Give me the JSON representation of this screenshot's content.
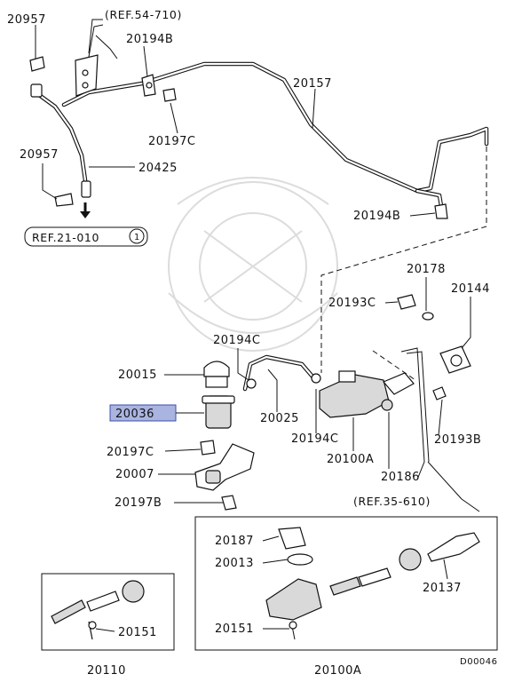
{
  "ref_labels": {
    "ref_54_710": "(REF.54-710)",
    "ref_21_010": "REF.21-010",
    "ref_21_010_circle": "1",
    "ref_35_610": "(REF.35-610)"
  },
  "part_labels": {
    "p20957_top": "20957",
    "p20194B_top": "20194B",
    "p20157": "20157",
    "p20197C_top": "20197C",
    "p20957_bottom": "20957",
    "p20425": "20425",
    "p20194B_right": "20194B",
    "p20178": "20178",
    "p20144": "20144",
    "p20193C": "20193C",
    "p20194C_top": "20194C",
    "p20015": "20015",
    "p20036": "20036",
    "p20025": "20025",
    "p20194C_bottom": "20194C",
    "p20100A_mid": "20100A",
    "p20186": "20186",
    "p20193B": "20193B",
    "p20197C_bottom": "20197C",
    "p20007": "20007",
    "p20197B": "20197B",
    "p20187": "20187",
    "p20013": "20013",
    "p20137": "20137",
    "p20151_left": "20151",
    "p20151_right": "20151",
    "p20110": "20110",
    "p20100A_bottom": "20100A"
  },
  "highlight_color": "#aab4e0",
  "diagram_code": "D00046"
}
